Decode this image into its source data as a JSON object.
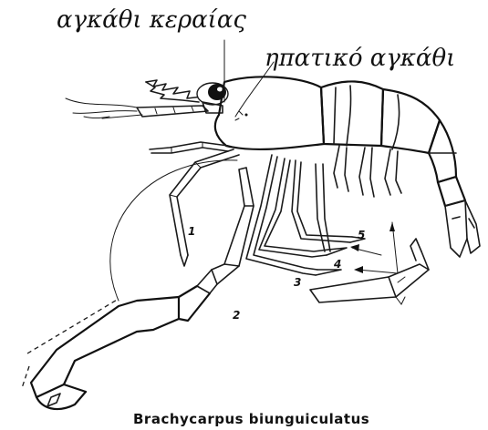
{
  "figure": {
    "labels": {
      "rostral_spine": "αγκάθι κεραίας",
      "hepatic_spine": "ηπατικό αγκάθι"
    },
    "leg_numbers": [
      "1",
      "2",
      "3",
      "4",
      "5"
    ],
    "caption": "Brachycarpus biunguiculatus",
    "ink_color": "#111111",
    "background": "#ffffff"
  }
}
